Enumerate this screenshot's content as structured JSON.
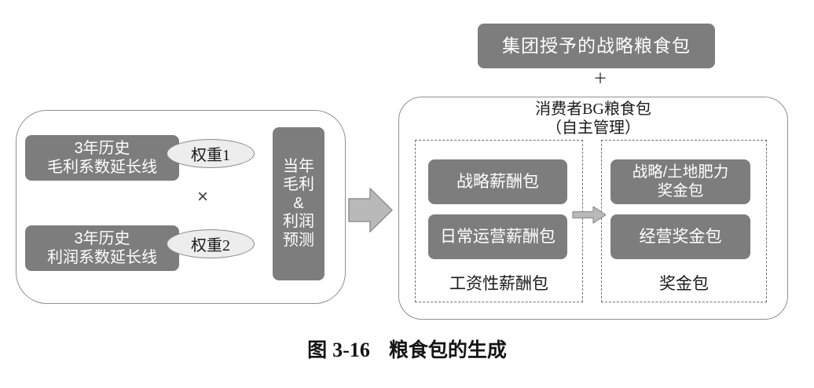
{
  "diagram": {
    "top": {
      "strategic_package_label": "集团授予的战略粮食包",
      "plus_symbol": "+"
    },
    "left_panel": {
      "history_gross_box": {
        "line1": "3年历史",
        "line2": "毛利系数延长线"
      },
      "weight1_label": "权重1",
      "multiply_symbol": "×",
      "history_profit_box": {
        "line1": "3年历史",
        "line2": "利润系数延长线"
      },
      "weight2_label": "权重2",
      "forecast_lines": [
        "当年",
        "毛利",
        "&",
        "利润",
        "预测"
      ]
    },
    "flow": {
      "big_arrow_icon": "right-block-arrow",
      "transfer_arrow_icon": "right-block-arrow-small"
    },
    "right_panel": {
      "title_line1": "消费者BG粮食包",
      "title_line2": "（自主管理）",
      "salary_group": {
        "strategic_salary_box": "战略薪酬包",
        "daily_operation_salary_box": "日常运营薪酬包",
        "label": "工资性薪酬包"
      },
      "bonus_group": {
        "strategic_land_bonus_box": {
          "line1": "战略/土地肥力",
          "line2": "奖金包"
        },
        "operating_bonus_box": "经营奖金包",
        "label": "奖金包"
      }
    },
    "caption": {
      "figure_label": "图",
      "figure_number": "3-16",
      "figure_title": "粮食包的生成"
    },
    "colors": {
      "box_fill": "#7d7d7d",
      "box_text": "#ffffff",
      "ellipse_fill": "#ededed",
      "panel_outline": "#8f8f8f",
      "dashed_outline": "#707070",
      "arrow_fill": "#b9b9b9",
      "arrow_outline": "#8f8f8f",
      "caption_text": "#141414"
    }
  }
}
